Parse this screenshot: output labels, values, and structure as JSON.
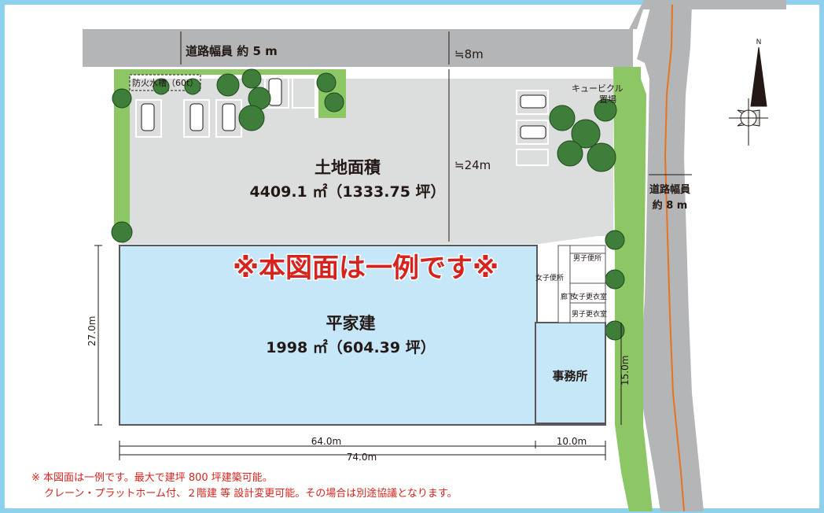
{
  "labels": {
    "road_top": "道路幅員 約 5 m",
    "dist_8m": "≒8m",
    "dist_24m": "≒24m",
    "fire_tank": "防火水槽（60t）",
    "cubicle_1": "キュービクル",
    "cubicle_2": "置場",
    "land_area_title": "土地面積",
    "land_area_value": "4409.1 ㎡（1333.75 坪）",
    "road_right_1": "道路幅員",
    "road_right_2": "約 8 m",
    "banner": "※本図面は一例です※",
    "building_title": "平家建",
    "building_value": "1998 ㎡（604.39 坪）",
    "office": "事務所",
    "mens_toilet": "男子便所",
    "womens_toilet": "女子便所",
    "corridor": "廊下",
    "womens_locker": "女子更衣室",
    "mens_locker": "男子更衣室",
    "dim_27": "27.0m",
    "dim_15": "15.0m",
    "dim_64": "64.0m",
    "dim_10": "10.0m",
    "dim_74": "74.0m",
    "north": "N"
  },
  "notes": {
    "line1": "※ 本図面は一例です。最大で建坪 800 坪建築可能。",
    "line2": "クレーン・プラットホーム付、２階建 等 設計変更可能。その場合は別途協議となります。"
  },
  "colors": {
    "frame": "#8fd0ec",
    "road": "#b4b5b6",
    "lot": "#dcdddd",
    "green": "#8cc665",
    "building": "#c5e7f8",
    "banner": "#d7231e",
    "center_line": "#e8731e"
  }
}
